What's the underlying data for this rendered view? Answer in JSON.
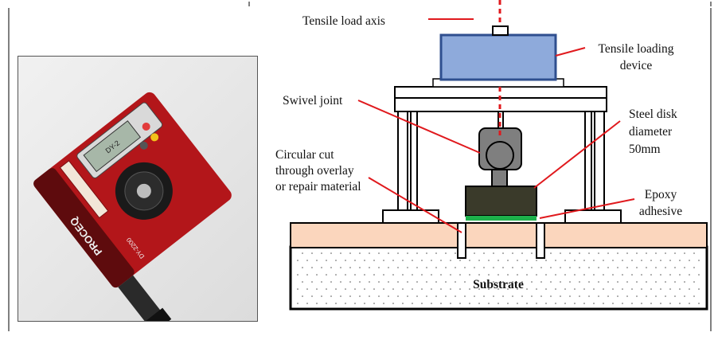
{
  "photo": {
    "device_brand": "PROCEQ",
    "device_model": "DY-2",
    "serial_label": "DY-2200"
  },
  "diagram": {
    "labels": {
      "axis": "Tensile load axis",
      "loading_device_line1": "Tensile loading",
      "loading_device_line2": "device",
      "swivel": "Swivel joint",
      "steel_disk_line1": "Steel disk",
      "steel_disk_line2": "diameter",
      "steel_disk_line3": "50mm",
      "cut_line1": "Circular cut",
      "cut_line2": "through overlay",
      "cut_line3": "or repair material",
      "epoxy_line1": "Epoxy",
      "epoxy_line2": "adhesive",
      "substrate": "Substrate"
    },
    "colors": {
      "leader": "#e0191d",
      "loading_device": "#8eaadb",
      "loading_device_stroke": "#2f4f8f",
      "steel_disk": "#3a3a2a",
      "epoxy": "#1db14b",
      "overlay": "#fbd6bd",
      "swivel": "#7f7f7f",
      "device_red": "#b3161a"
    }
  }
}
